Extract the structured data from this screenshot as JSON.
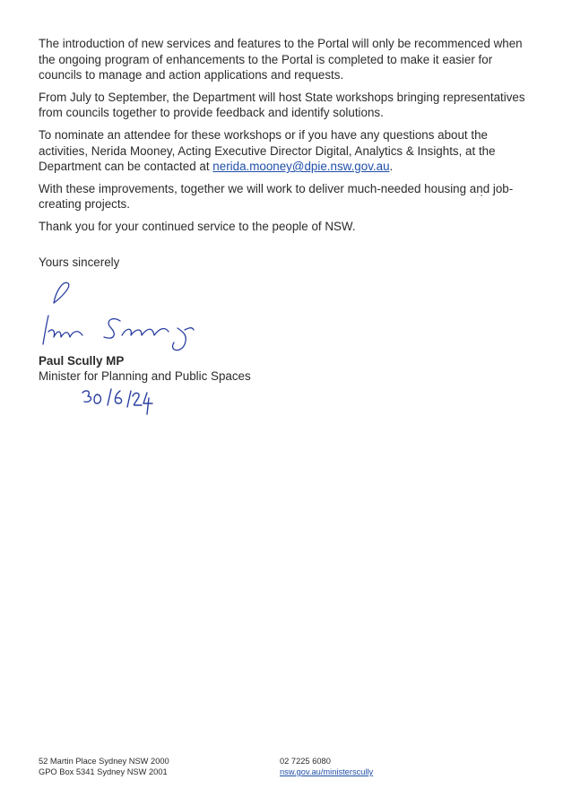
{
  "letter": {
    "paragraphs": [
      "The introduction of new services and features to the Portal will only be recommenced when the ongoing program of enhancements to the Portal is completed to make it easier for councils to manage and action applications and requests.",
      "From July to September, the Department will host State workshops bringing representatives from councils together to provide feedback and identify solutions."
    ],
    "contact_paragraph": {
      "before": "To nominate an attendee for these workshops or if you have any questions about the activities, Nerida Mooney, Acting Executive Director Digital, Analytics & Insights, at the Department can be contacted at ",
      "email": "nerida.mooney@dpie.nsw.gov.au",
      "after": "."
    },
    "paragraphs_after": [
      "With these improvements, together we will work to deliver much-needed housing and job-creating projects.",
      "Thank you for your continued service to the people of NSW."
    ],
    "closing": "Yours sincerely"
  },
  "signature": {
    "handwritten": "Paul Scully",
    "name": "Paul Scully MP",
    "title": "Minister for Planning and Public Spaces",
    "handwritten_date": "30/6/24"
  },
  "footer": {
    "address_line1": "52 Martin Place Sydney NSW 2000",
    "address_line2": "GPO Box 5341 Sydney NSW 2001",
    "phone": "02 7225 6080",
    "website": "nsw.gov.au/ministerscully"
  },
  "colors": {
    "ink": "#2a3fa0",
    "link": "#1f4fa8",
    "text": "#2b2b2b"
  }
}
